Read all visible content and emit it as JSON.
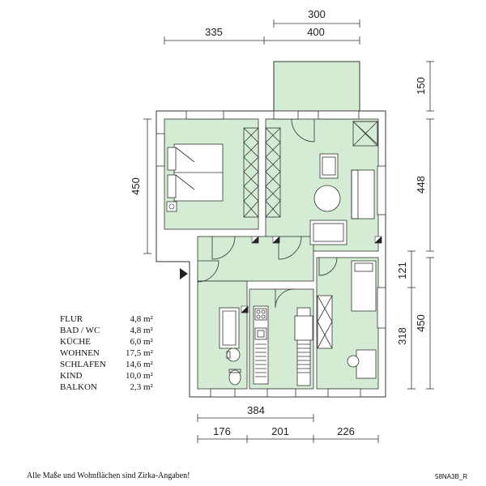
{
  "dimensions": {
    "top_upper": "300",
    "top_left": "335",
    "top_right": "400",
    "left_side": "450",
    "right_balcony": "150",
    "right_upper": "448",
    "right_mid": "121",
    "right_kind_inner": "318",
    "right_lower": "450",
    "bottom_total": "384",
    "bottom_a": "176",
    "bottom_b": "201",
    "bottom_c": "226"
  },
  "rooms": [
    {
      "name": "FLUR",
      "area": "4,8 m²"
    },
    {
      "name": "BAD / WC",
      "area": "4,8 m²"
    },
    {
      "name": "KÜCHE",
      "area": "6,0 m²"
    },
    {
      "name": "WOHNEN",
      "area": "17,5 m²"
    },
    {
      "name": "SCHLAFEN",
      "area": "14,6 m²"
    },
    {
      "name": "KIND",
      "area": "10,0 m²"
    },
    {
      "name": "BALKON",
      "area": "2,3 m²"
    }
  ],
  "footer_note": "Alle Maße und Wohnflächen sind Zirka-Angaben!",
  "plan_code": "58NA3B_R",
  "colors": {
    "room_fill": "#d4ecd4",
    "wall": "#ffffff",
    "line": "#333333"
  }
}
